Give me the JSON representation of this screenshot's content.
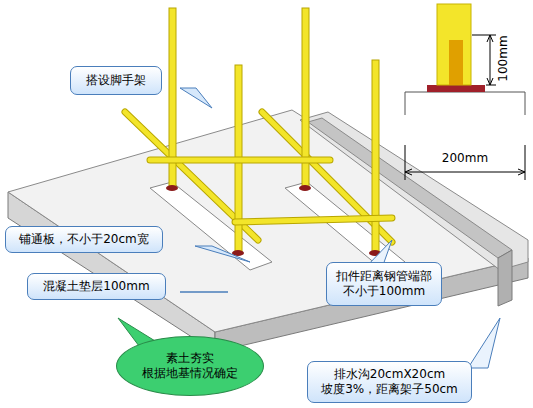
{
  "diagram": {
    "nodes": [
      {
        "text": [
          "搭设脚手架"
        ]
      },
      {
        "text": [
          "铺通板，不小于20cm宽"
        ]
      },
      {
        "text": [
          "混凝土垫层100mm"
        ]
      },
      {
        "text": [
          "素土夯实 根据地基情况确定"
        ]
      },
      {
        "text": [
          "扣件距离钢管端部 不小于100mm"
        ]
      },
      {
        "text": [
          "排水沟20cmX20cm 坡度3%，距离架子50cm"
        ]
      }
    ],
    "edges": [],
    "labels": [
      "100mm",
      "200mm"
    ]
  }
}
